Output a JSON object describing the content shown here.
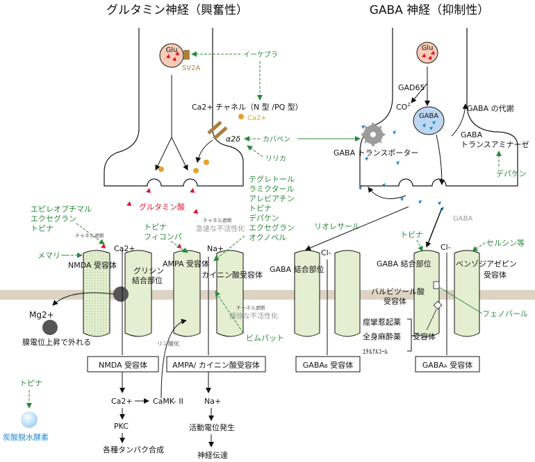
{
  "titles": {
    "glutamate": "グルタミン神経（興奮性）",
    "gaba": "GABA 神経（抑制性）"
  },
  "glutamate_neuron": {
    "vesicle": "Glu",
    "sv2a": "SV2A",
    "levetiracetam": "イーケプラ",
    "ca_channel": "Ca2+ チャネル（N 型 /PQ 型）",
    "ca_ion": "Ca2+",
    "a2d": "α2δ",
    "gabapentin": "カバペン",
    "lyrica": "リリカ",
    "glutamate_acid": "グルタミン酸",
    "drugs_block_left": [
      "エピレオプチマル",
      "エクセグラン",
      "トピナ"
    ],
    "channel_block_small": "チャネル遮断",
    "memary": "メマリー",
    "ca_in": "Ca2+",
    "nmda_receptor": "NMDA 受容体",
    "glycine_site": [
      "グリシン",
      "結合部位"
    ],
    "topina_ampa": [
      "トピナ",
      "フィコンパ"
    ],
    "ampa_receptor": "AMPA 受容体",
    "kainate_receptor": "カイニン酸受容体",
    "na_in": "Na+",
    "na_drugs": [
      "テグレトール",
      "ラミクタール",
      "アレビアチン",
      "トピナ",
      "デパケン",
      "エクセグラン",
      "オクノベル"
    ],
    "na_channel_block": "チャネル遮断",
    "na_inactivation": "急速な不活性化",
    "slow_block": "チャネル遮断",
    "slow_inactivation": "緩徐な不活性化",
    "vimpat": "ビムパット",
    "mg_ion": "Mg2+",
    "mg_release": "膜電位上昇で外れる",
    "phosphorylation": "リン酸化",
    "box_nmda": "NMDA 受容体",
    "box_ampa": "AMPA/ カイニン酸受容体",
    "cascade_ca": "Ca2+",
    "camk": "CaMK- II",
    "pkc": "PKC",
    "protein_synthesis": "各種タンパク合成",
    "cascade_na": "Na+",
    "action_potential": "活動電位発生",
    "nerve_transmission": "神経伝達",
    "topina_bottom": "トピナ",
    "carbonic_anhydrase": "炭酸脱水酵素"
  },
  "gaba_neuron": {
    "vesicle": "Glu",
    "gad65": "GAD65",
    "co2": "CO",
    "co2_sub": "2",
    "gaba_vesicle": "GABA",
    "gaba_metabolism": "GABA の代謝",
    "gaba_transaminase": [
      "GABA",
      "トランスアミナーゼ"
    ],
    "depakene": "デパケン",
    "transporter": "GABA トランスポーター",
    "gaba_label": "GABA",
    "riolesal": "リオレサール",
    "topina": "トピナ",
    "sersin": "セルシン等",
    "cl_b": "Cl-",
    "cl_a": "Cl-",
    "gaba_site_b": "GABA 結合部位",
    "gaba_site_a": "GABA 結合部位",
    "benzo_site": [
      "ベンゾジアゼピン",
      "受容体"
    ],
    "barbiturate": [
      "バルビツール酸",
      "受容体"
    ],
    "phenobal": "フェノバール",
    "anticonvulsants": [
      "痙攣惹起薬",
      "全身麻酔薬",
      "ｴﾁﾙｱﾙｺｰﾙ"
    ],
    "receptor_word": "受容体",
    "box_gaba_b_main": "GABA",
    "box_gaba_b_sub": "B",
    "box_gaba_b_tail": " 受容体",
    "box_gaba_a_main": "GABA",
    "box_gaba_a_sub": "A",
    "box_gaba_a_tail": " 受容体"
  },
  "colors": {
    "drug_green": "#2a8a3a",
    "receptor_green": "#e3efd0",
    "membrane": "#ddd3c3",
    "vesicle_pink": "#f7cbb5",
    "vesicle_blue": "#bcd7f2",
    "ion_orange": "#e8a22a",
    "channel_brown": "#a8803f",
    "glu_red": "#e0102a",
    "gaba_blue": "#1e88d0"
  }
}
